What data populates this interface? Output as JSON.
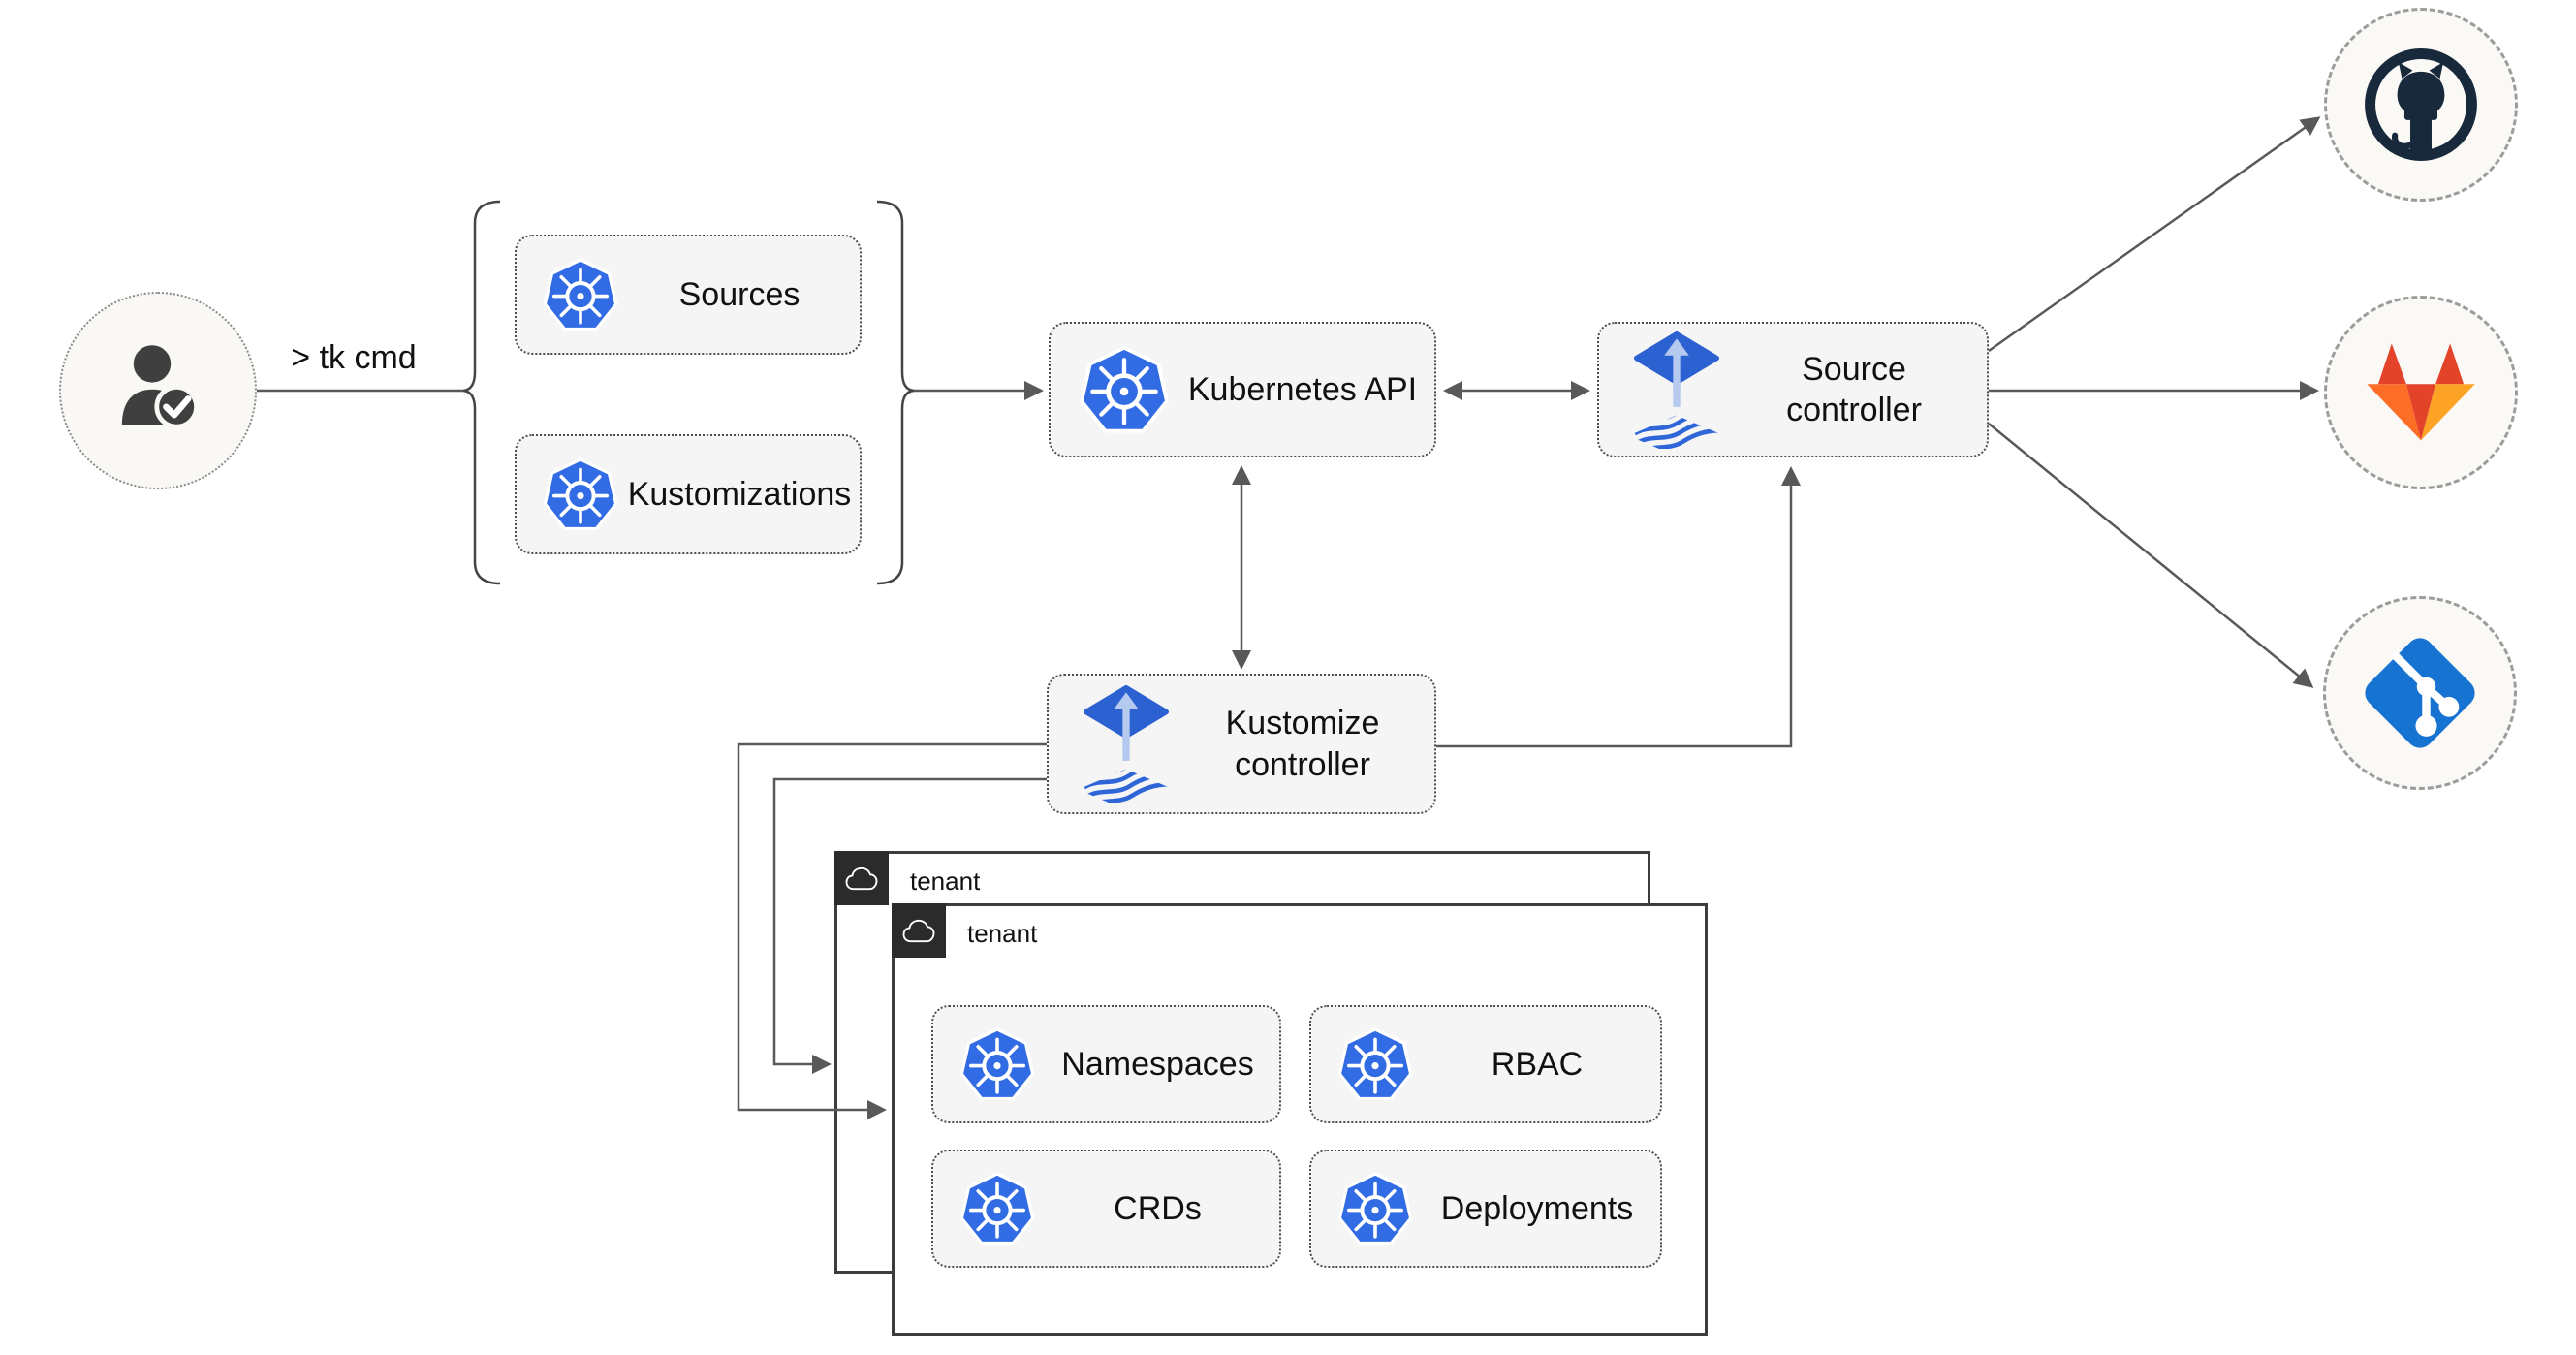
{
  "actor": {
    "command": "> tk cmd"
  },
  "nodes": {
    "sources": "Sources",
    "kustomizations": "Kustomizations",
    "kubernetes_api": "Kubernetes API",
    "source_controller": "Source controller",
    "kustomize_controller": "Kustomize controller",
    "namespaces": "Namespaces",
    "rbac": "RBAC",
    "crds": "CRDs",
    "deployments": "Deployments"
  },
  "tenants": {
    "back": "tenant",
    "front": "tenant"
  },
  "icons": {
    "kubernetes": "kubernetes-wheel-logo",
    "flux": "flux-toolkit-logo",
    "github": "github-octocat-logo",
    "gitlab": "gitlab-fox-logo",
    "git": "git-branch-logo",
    "actor": "user-with-check",
    "cloud": "cloud-outline"
  },
  "colors": {
    "kubernetes_blue": "#326ce5",
    "flux_blue": "#2b61d1",
    "flux_light_blue": "#b6c9ef",
    "github_dark": "#17293b",
    "gitlab_red": "#e24329",
    "gitlab_orange": "#fc6d26",
    "gitlab_amber": "#fca326",
    "git_blue": "#1673d1",
    "arrow_gray": "#595959",
    "node_fill": "#f5f5f5",
    "tenant_tab": "#2b2b2b"
  },
  "edges": [
    {
      "from": "user",
      "to": "crd-bracket",
      "label": "> tk cmd",
      "arrow": "none"
    },
    {
      "from": "crd-bracket",
      "to": "kubernetes_api",
      "arrow": "end"
    },
    {
      "from": "kubernetes_api",
      "to": "source_controller",
      "arrow": "both"
    },
    {
      "from": "kubernetes_api",
      "to": "kustomize_controller",
      "arrow": "both"
    },
    {
      "from": "kustomize_controller",
      "to": "source_controller",
      "arrow": "end"
    },
    {
      "from": "kustomize_controller",
      "to": "tenant-back",
      "arrow": "end"
    },
    {
      "from": "kustomize_controller",
      "to": "tenant-front",
      "arrow": "end"
    },
    {
      "from": "source_controller",
      "to": "github",
      "arrow": "end"
    },
    {
      "from": "source_controller",
      "to": "gitlab",
      "arrow": "end"
    },
    {
      "from": "source_controller",
      "to": "git",
      "arrow": "end"
    }
  ]
}
